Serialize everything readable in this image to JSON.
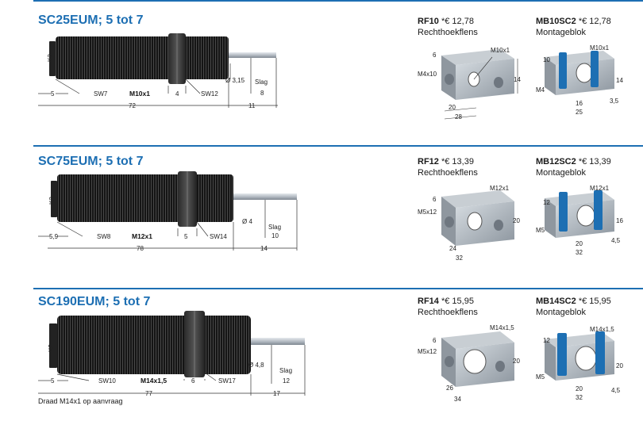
{
  "colors": {
    "accent": "#1d6fb3",
    "body": "#1b1b1b",
    "metal": "#9aa3ab"
  },
  "sections": [
    {
      "title": "SC25EUM; 5 tot 7",
      "dims": {
        "d5": "5",
        "sw_body": "SW7",
        "thread": "M10x1",
        "nut": "4",
        "sw_nut": "SW12",
        "total": "72",
        "rod_end": "11",
        "dia": "Ø 3,15",
        "slag_label": "Slag",
        "slag": "8"
      },
      "flange": {
        "code": "RF10",
        "price": "*€ 12,78",
        "name": "Rechthoekflens",
        "top": "6",
        "thread": "M10x1",
        "hole": "M4x10",
        "height": "14",
        "w1": "20",
        "w2": "28"
      },
      "block": {
        "code": "MB10SC2",
        "price": "*€ 12,78",
        "name": "Montageblok",
        "left": "10",
        "thread": "M10x1",
        "hole": "M4",
        "height": "14",
        "w1": "16",
        "w2": "25",
        "w3": "3,5"
      }
    },
    {
      "title": "SC75EUM; 5 tot 7",
      "dims": {
        "d5": "5,9",
        "sw_body": "SW8",
        "thread": "M12x1",
        "nut": "5",
        "sw_nut": "SW14",
        "total": "78",
        "rod_end": "14",
        "dia": "Ø 4",
        "slag_label": "Slag",
        "slag": "10"
      },
      "flange": {
        "code": "RF12",
        "price": "*€ 13,39",
        "name": "Rechthoekflens",
        "top": "6",
        "thread": "M12x1",
        "hole": "M5x12",
        "height": "20",
        "w1": "24",
        "w2": "32"
      },
      "block": {
        "code": "MB12SC2",
        "price": "*€ 13,39",
        "name": "Montageblok",
        "left": "12",
        "thread": "M12x1",
        "hole": "M5",
        "height": "16",
        "w1": "20",
        "w2": "32",
        "w3": "4,5"
      }
    },
    {
      "title": "SC190EUM; 5 tot 7",
      "dims": {
        "d5": "5",
        "sw_body": "SW10",
        "thread": "M14x1,5",
        "nut": "6",
        "sw_nut": "SW17",
        "total": "77",
        "rod_end": "17",
        "dia": "Ø 4,8",
        "slag_label": "Slag",
        "slag": "12"
      },
      "flange": {
        "code": "RF14",
        "price": "*€ 15,95",
        "name": "Rechthoekflens",
        "top": "6",
        "thread": "M14x1,5",
        "hole": "M5x12",
        "height": "20",
        "w1": "26",
        "w2": "34"
      },
      "block": {
        "code": "MB14SC2",
        "price": "*€ 15,95",
        "name": "Montageblok",
        "left": "12",
        "thread": "M14x1,5",
        "hole": "M5",
        "height": "20",
        "w1": "20",
        "w2": "32",
        "w3": "4,5"
      }
    }
  ],
  "note": "Draad M14x1 op aanvraag"
}
